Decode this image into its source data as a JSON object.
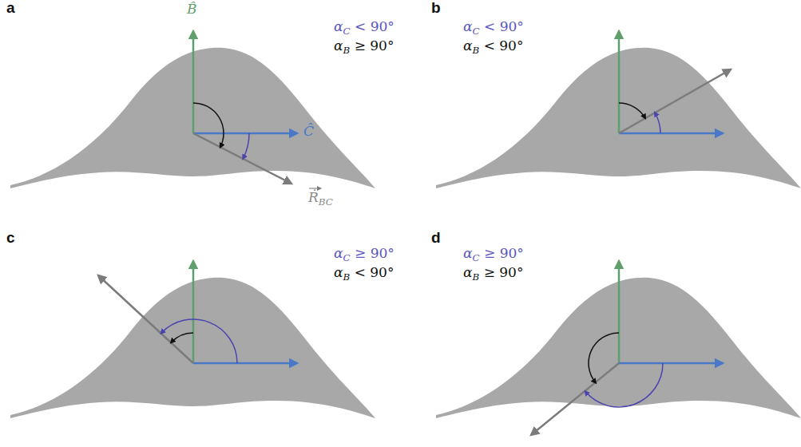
{
  "diagram": {
    "labels": [
      "a",
      "B̂",
      "Ĉ",
      "ṘBC",
      "αC < 90°",
      "αB ≥ 90°",
      "b",
      "αC < 90°",
      "αB < 90°",
      "c",
      "αC ≥ 90°",
      "αB < 90°",
      "d",
      "αC ≥ 90°",
      "αB ≥ 90°"
    ]
  }
}
